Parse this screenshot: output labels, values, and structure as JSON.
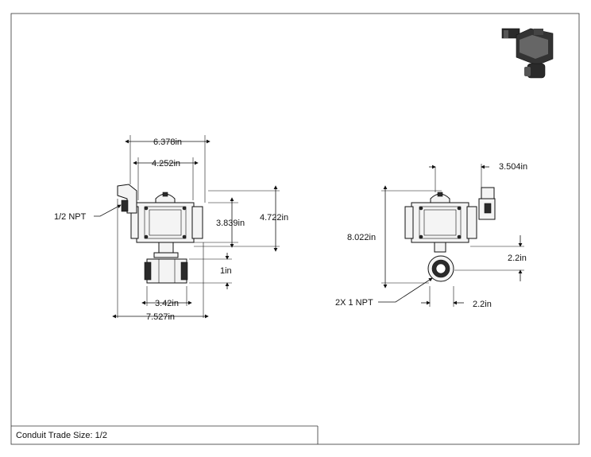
{
  "drawing": {
    "caption": "Conduit Trade Size: 1/2",
    "front_view": {
      "dim_overall_top": "6.378in",
      "dim_inner_top": "4.252in",
      "dim_actuator_height": "3.839in",
      "dim_total_height": "4.722in",
      "dim_pipe": "1in",
      "dim_body_width": "3.42in",
      "dim_overall_width": "7.527in",
      "callout_npt": "1/2 NPT"
    },
    "side_view": {
      "dim_offset_top": "3.504in",
      "dim_total_height": "8.022in",
      "dim_pipe_vertical": "2.2in",
      "dim_pipe_horizontal": "2.2in",
      "callout_npt": "2X 1 NPT"
    }
  }
}
